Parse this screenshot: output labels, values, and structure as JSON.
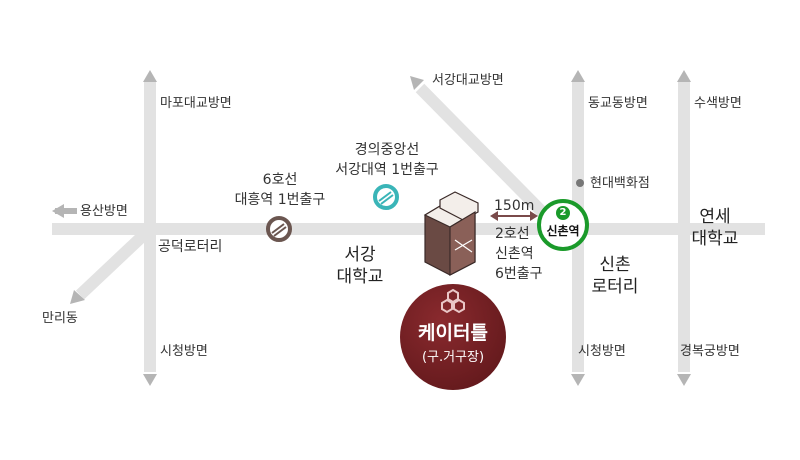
{
  "directions": {
    "mapo_bridge": "마포대교방면",
    "seogang_bridge": "서강대교방면",
    "donggyodong": "동교동방면",
    "susaek": "수색방면",
    "yongsan": "용산방면",
    "mallidong": "만리동",
    "cityhall_left": "시청방면",
    "cityhall_right": "시청방면",
    "gyeongbokgung": "경복궁방면"
  },
  "landmarks": {
    "line6_line1": "6호선",
    "line6_line2": "대흥역 1번출구",
    "gyeongui_line1": "경의중앙선",
    "gyeongui_line2": "서강대역 1번출구",
    "gongdeok_rotary": "공덕로터리",
    "sogang_univ_line1": "서강",
    "sogang_univ_line2": "대학교",
    "distance": "150m",
    "line2_exit_line1": "2호선",
    "line2_exit_line2": "신촌역",
    "line2_exit_line3": "6번출구",
    "hyundai_dept": "현대백화점",
    "sinchon_rotary_line1": "신촌",
    "sinchon_rotary_line2": "로터리",
    "yonsei_line1": "연세",
    "yonsei_line2": "대학교"
  },
  "station": {
    "line_number": "2",
    "name": "신촌역",
    "color": "#1a9a2a"
  },
  "venue": {
    "name": "케이터틀",
    "former_name": "(구.거구장)",
    "color": "#6e1d21"
  }
}
